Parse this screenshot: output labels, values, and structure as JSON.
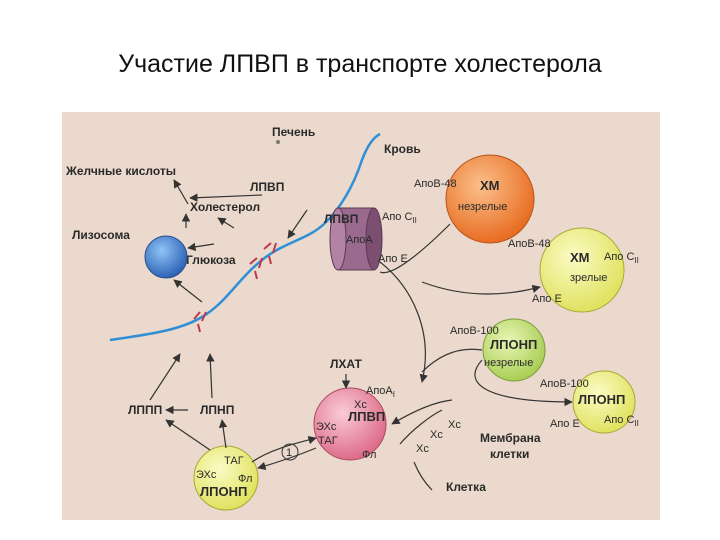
{
  "title": "Участие ЛПВП в транспорте холестерола",
  "labels": {
    "liver": "Печень",
    "blood": "Кровь",
    "bile_acids": "Желчные кислоты",
    "lpvp_top": "ЛПВП",
    "cholesterol": "Холестерол",
    "lysosome": "Лизосома",
    "glucose": "Глюкоза",
    "lppp": "ЛППП",
    "lpnp": "ЛПНП",
    "lhat": "ЛХАТ",
    "membrane_line1": "Мембрана",
    "membrane_line2": "клетки",
    "cell": "Клетка",
    "step_one": "1"
  },
  "disc": {
    "name": "ЛПВП",
    "apoA": "АпоА",
    "apoC": "Апо С",
    "apoC_sub": "II",
    "apoE": "Апо Е"
  },
  "hm_immature": {
    "apo_b48": "АпоВ-48",
    "name": "ХМ",
    "state": "незрелые"
  },
  "hm_mature": {
    "apo_b48": "АпоВ-48",
    "name": "ХМ",
    "state": "зрелые",
    "apoC": "Апо С",
    "apoC_sub": "II",
    "apoE": "Апо Е"
  },
  "lponp_immature": {
    "apo_b100": "АпоВ-100",
    "name": "ЛПОНП",
    "state": "незрелые"
  },
  "lponp_mature": {
    "apo_b100": "АпоВ-100",
    "name": "ЛПОНП",
    "apoE": "Апо Е",
    "apoC": "Апо С",
    "apoC_sub": "II"
  },
  "lpvp_sphere": {
    "apoA": "АпоА",
    "apoA_sub": "I",
    "xc": "Хс",
    "name": "ЛПВП",
    "exc": "ЭХс",
    "tag": "ТАГ",
    "fl": "Фл"
  },
  "lponp_bottom": {
    "exc": "ЭХс",
    "tag": "ТАГ",
    "fl": "Фл",
    "name": "ЛПОНП"
  },
  "membrane_xc": [
    "Хс",
    "Хс",
    "Хс"
  ],
  "colors": {
    "background": "#ead9cc",
    "membrane": "#2f8fd6",
    "lysosome": "#3a78c8",
    "hm_immature": "#f0883a",
    "hm_mature": "#eef07a",
    "lponp_immature": "#c6e17c",
    "lponp_mature": "#f2ef94",
    "lpvp_sphere": "#ea8aa2",
    "lponp_bottom": "#eef08c",
    "disc": "#9a6a8e"
  }
}
